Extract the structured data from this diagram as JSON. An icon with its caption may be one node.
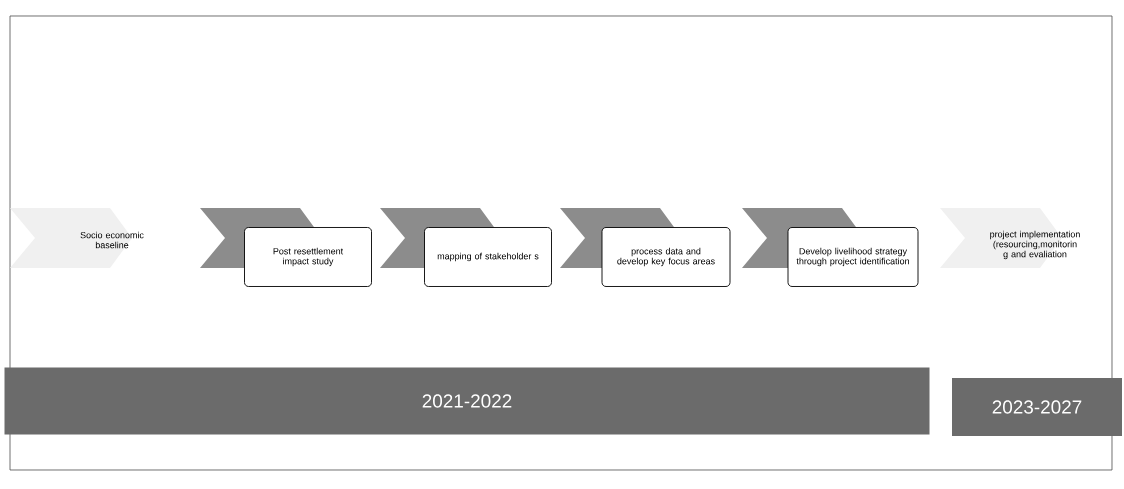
{
  "diagram": {
    "nodes": [
      {
        "text": [
          "Socio economic baseline"
        ]
      },
      {
        "text": [
          "Post resettlement impact study"
        ]
      },
      {
        "text": [
          "mapping of stakeholder s"
        ]
      },
      {
        "text": [
          "process data and develop key focus areas"
        ]
      },
      {
        "text": [
          "Develop livelihood strategy through project identification"
        ]
      },
      {
        "text": [
          "project implementation (resourcing,monitorin g and evaliation"
        ]
      },
      {
        "text": [
          "2021-2022"
        ]
      },
      {
        "text": [
          "2023-2027"
        ]
      }
    ]
  }
}
